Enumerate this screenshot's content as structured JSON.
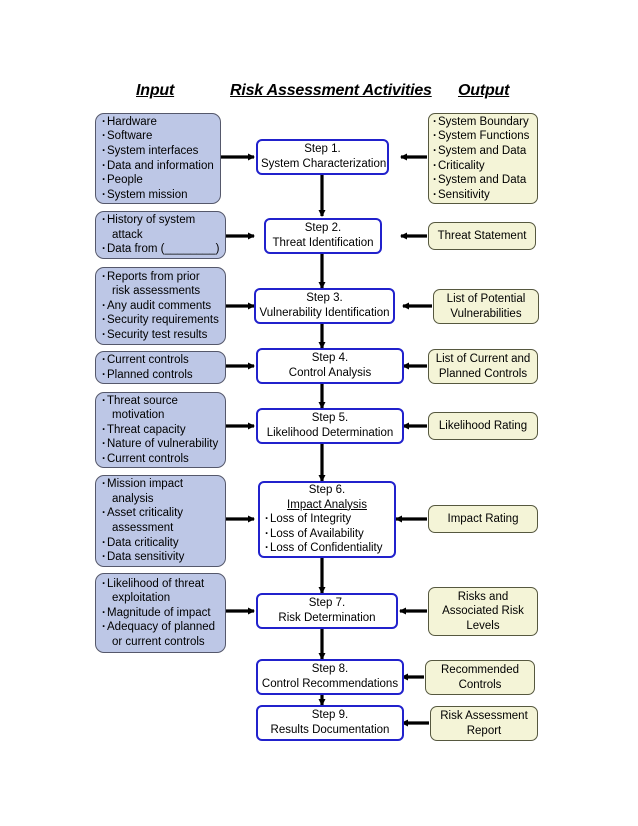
{
  "diagram": {
    "title": "Risk Assessment Methodology Flowchart",
    "colors": {
      "input_fill": "#bdc7e6",
      "input_border": "#55586b",
      "output_fill": "#f4f4d7",
      "output_border": "#56583f",
      "step_fill": "#ffffff",
      "step_border": "#2121cc",
      "arrow": "#000000",
      "background": "#ffffff"
    },
    "headers": {
      "input": "Input",
      "activities": "Risk Assessment Activities",
      "output": "Output"
    },
    "rows": [
      {
        "id": "row-1",
        "input": {
          "items": [
            "Hardware",
            "Software",
            "System interfaces",
            "Data and information",
            "People",
            "System mission"
          ]
        },
        "step": {
          "number": "Step 1.",
          "name": "System Characterization",
          "sub_items": []
        },
        "output": {
          "items": [
            "System Boundary",
            "System Functions",
            "System and Data",
            "Criticality",
            "System and Data",
            "Sensitivity"
          ],
          "lines": []
        }
      },
      {
        "id": "row-2",
        "input": {
          "items": [
            "History of system",
            "Data from (________)"
          ],
          "continuations": {
            "0": "attack"
          }
        },
        "step": {
          "number": "Step 2.",
          "name": "Threat Identification",
          "sub_items": []
        },
        "output": {
          "items": [],
          "lines": [
            "Threat Statement"
          ]
        }
      },
      {
        "id": "row-3",
        "input": {
          "items": [
            "Reports from prior",
            "Any audit comments",
            "Security requirements",
            "Security test results"
          ],
          "continuations": {
            "0": "risk assessments"
          }
        },
        "step": {
          "number": "Step 3.",
          "name": "Vulnerability Identification",
          "sub_items": []
        },
        "output": {
          "items": [],
          "lines": [
            "List of Potential",
            "Vulnerabilities"
          ]
        }
      },
      {
        "id": "row-4",
        "input": {
          "items": [
            "Current controls",
            "Planned controls"
          ]
        },
        "step": {
          "number": "Step 4.",
          "name": "Control Analysis",
          "sub_items": []
        },
        "output": {
          "items": [],
          "lines": [
            "List of Current and",
            "Planned Controls"
          ]
        }
      },
      {
        "id": "row-5",
        "input": {
          "items": [
            "Threat source",
            "Threat capacity",
            "Nature of vulnerability",
            "Current controls"
          ],
          "continuations": {
            "0": "motivation"
          }
        },
        "step": {
          "number": "Step 5.",
          "name": "Likelihood Determination",
          "sub_items": []
        },
        "output": {
          "items": [],
          "lines": [
            "Likelihood Rating"
          ]
        }
      },
      {
        "id": "row-6",
        "input": {
          "items": [
            "Mission impact",
            "Asset criticality",
            "Data criticality",
            "Data sensitivity"
          ],
          "continuations": {
            "0": "analysis",
            "1": "assessment"
          }
        },
        "step": {
          "number": "Step 6.",
          "name": "Impact Analysis",
          "name_underlined": true,
          "sub_items": [
            "Loss of Integrity",
            "Loss of Availability",
            "Loss of Confidentiality"
          ]
        },
        "output": {
          "items": [],
          "lines": [
            "Impact Rating"
          ]
        }
      },
      {
        "id": "row-7",
        "input": {
          "items": [
            "Likelihood of threat",
            "Magnitude of impact",
            "Adequacy of planned"
          ],
          "continuations": {
            "0": "exploitation",
            "2": "or current controls"
          }
        },
        "step": {
          "number": "Step 7.",
          "name": "Risk Determination",
          "sub_items": []
        },
        "output": {
          "items": [],
          "lines": [
            "Risks and",
            "Associated Risk",
            "Levels"
          ]
        }
      },
      {
        "id": "row-8",
        "input": null,
        "step": {
          "number": "Step 8.",
          "name": "Control Recommendations",
          "sub_items": []
        },
        "output": {
          "items": [],
          "lines": [
            "Recommended",
            "Controls"
          ]
        }
      },
      {
        "id": "row-9",
        "input": null,
        "step": {
          "number": "Step 9.",
          "name": "Results Documentation",
          "sub_items": []
        },
        "output": {
          "items": [],
          "lines": [
            "Risk Assessment",
            "Report"
          ]
        }
      }
    ]
  }
}
